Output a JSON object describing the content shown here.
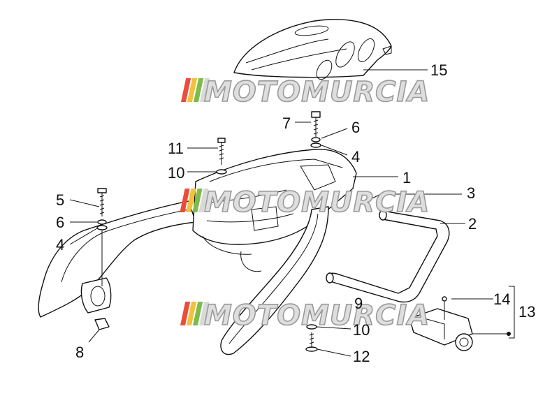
{
  "watermark": {
    "text": "MOTOMURCIA",
    "stripe_colors": [
      "#e94e3c",
      "#f3c13a",
      "#7dbb4a",
      "#d9d9d9"
    ]
  },
  "callouts": [
    {
      "id": "c1",
      "label": "1"
    },
    {
      "id": "c2",
      "label": "2"
    },
    {
      "id": "c3",
      "label": "3"
    },
    {
      "id": "c4a",
      "label": "4"
    },
    {
      "id": "c4b",
      "label": "4"
    },
    {
      "id": "c5",
      "label": "5"
    },
    {
      "id": "c6a",
      "label": "6"
    },
    {
      "id": "c6b",
      "label": "6"
    },
    {
      "id": "c7",
      "label": "7"
    },
    {
      "id": "c8",
      "label": "8"
    },
    {
      "id": "c9",
      "label": "9"
    },
    {
      "id": "c10a",
      "label": "10"
    },
    {
      "id": "c10b",
      "label": "10"
    },
    {
      "id": "c11",
      "label": "11"
    },
    {
      "id": "c12",
      "label": "12"
    },
    {
      "id": "c13",
      "label": "13"
    },
    {
      "id": "c14",
      "label": "14"
    },
    {
      "id": "c15",
      "label": "15"
    }
  ]
}
